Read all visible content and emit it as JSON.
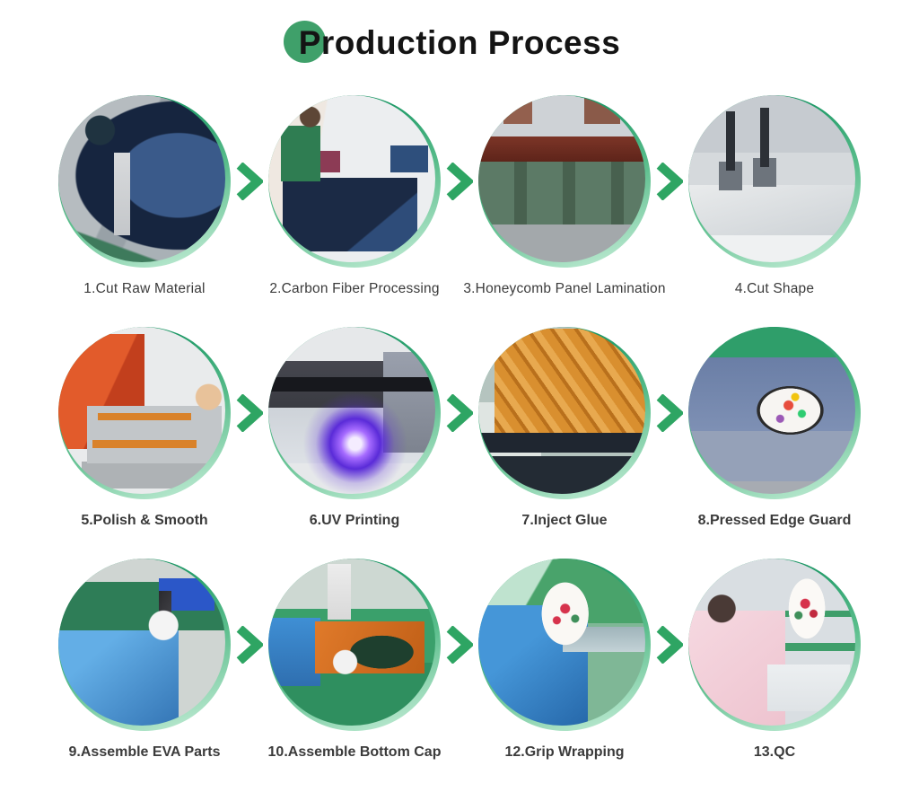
{
  "title": "Production Process",
  "colors": {
    "green": "#2ea563",
    "title_dot": "#3fa06a",
    "ring_dark": "#0d8f5c",
    "ring_mid": "#59bd8b",
    "ring_light": "#b9e8cf",
    "title_color": "#141414",
    "label_color": "#3b3b3b"
  },
  "steps": [
    {
      "label": "1.Cut Raw Material",
      "photo": "machine with control screen cutting a roll of dark carbon fiber raw material"
    },
    {
      "label": "2.Carbon Fiber Processing",
      "photo": "worker in green apron processing dark carbon fiber sheets on a white table"
    },
    {
      "label": "3.Honeycomb Panel Lamination",
      "photo": "stacks of green honeycomb panels laminating under a dark red beam"
    },
    {
      "label": "4.Cut Shape",
      "photo": "CNC cutting machines shaping panels in a factory"
    },
    {
      "label": "5.Polish & Smooth",
      "photo": "orange polishing machine with gray table and orange bars"
    },
    {
      "label": "6.UV Printing",
      "photo": "flatbed UV printer with bright violet curing light"
    },
    {
      "label": "7.Inject Glue",
      "photo": "diagonal amber glue injection rods on a machine"
    },
    {
      "label": "8.Pressed Edge Guard",
      "photo": "paddles with colorful faces clamped in an edge-guard press on a green bench"
    },
    {
      "label": "9.Assemble EVA Parts",
      "photo": "worker in blue gown with white gloves assembling EVA handle parts"
    },
    {
      "label": "10.Assemble Bottom Cap",
      "photo": "gloved worker pressing bottom cap on an orange fixture on a green table"
    },
    {
      "label": "12.Grip Wrapping",
      "photo": "worker in blue gown wrapping the grip of a floral-printed paddle"
    },
    {
      "label": "13.QC",
      "photo": "worker in pink inspecting a finished floral paddle for quality control"
    }
  ],
  "arrow_icon": "chevron-right"
}
